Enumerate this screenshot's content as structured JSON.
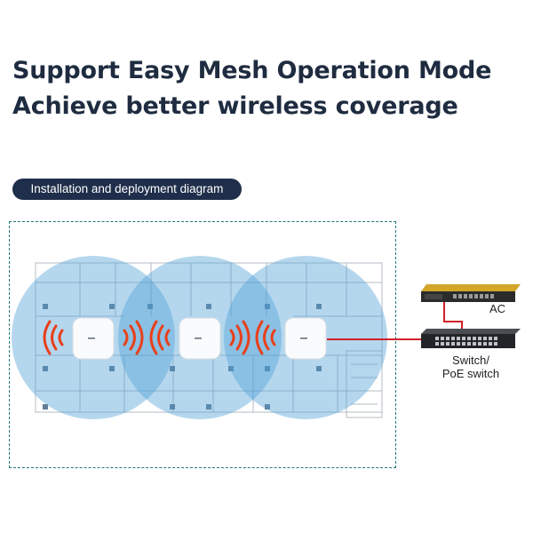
{
  "headline": {
    "line1": "Support Easy Mesh Operation Mode",
    "line2": "Achieve better wireless coverage"
  },
  "badge": {
    "label": "Installation and deployment diagram"
  },
  "devices": {
    "ac_label": "AC",
    "switch_label_line1": "Switch/",
    "switch_label_line2": "PoE switch"
  },
  "colors": {
    "coverage": "#4f9fd6",
    "signal": "#e8401c",
    "cable": "#d0202a",
    "headline": "#1f2c40",
    "badge_bg": "#1f2e4a",
    "frame": "#1e7a74"
  },
  "icons": [
    "access-point-icon",
    "wifi-signal-icon",
    "ac-controller-icon",
    "poe-switch-icon"
  ]
}
